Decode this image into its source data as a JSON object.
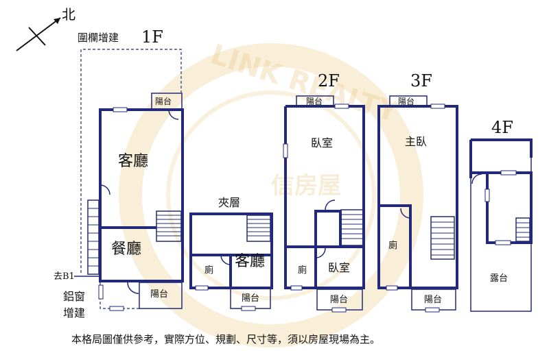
{
  "compass": {
    "north_label": "北"
  },
  "watermark": {
    "brand": "LINK REALTY",
    "brand_cn": "信房屋"
  },
  "floors": {
    "f1": {
      "title": "1F",
      "fence_note": "圍欄增建",
      "rooms": {
        "living": "客廳",
        "dining": "餐廳",
        "balcony": "陽台"
      },
      "to_b1": "去B1",
      "alu_line1": "鋁窗",
      "alu_line2": "增建"
    },
    "mezz": {
      "title": "夾層",
      "rooms": {
        "living": "客廳",
        "toilet": "廁",
        "balcony": "陽台"
      }
    },
    "f2": {
      "title": "2F",
      "rooms": {
        "bedroom1": "臥室",
        "bedroom2": "臥室",
        "toilet": "廁",
        "balcony_top": "陽台",
        "balcony_bottom": "陽台"
      }
    },
    "f3": {
      "title": "3F",
      "rooms": {
        "master": "主臥",
        "toilet": "廁",
        "balcony_top": "陽台",
        "balcony_bottom": "陽台"
      }
    },
    "f4": {
      "title": "4F",
      "rooms": {
        "terrace": "露台"
      }
    }
  },
  "disclaimer": "本格局圖僅供參考，實際方位、規劃、尺寸等，須以房屋現場為主。"
}
